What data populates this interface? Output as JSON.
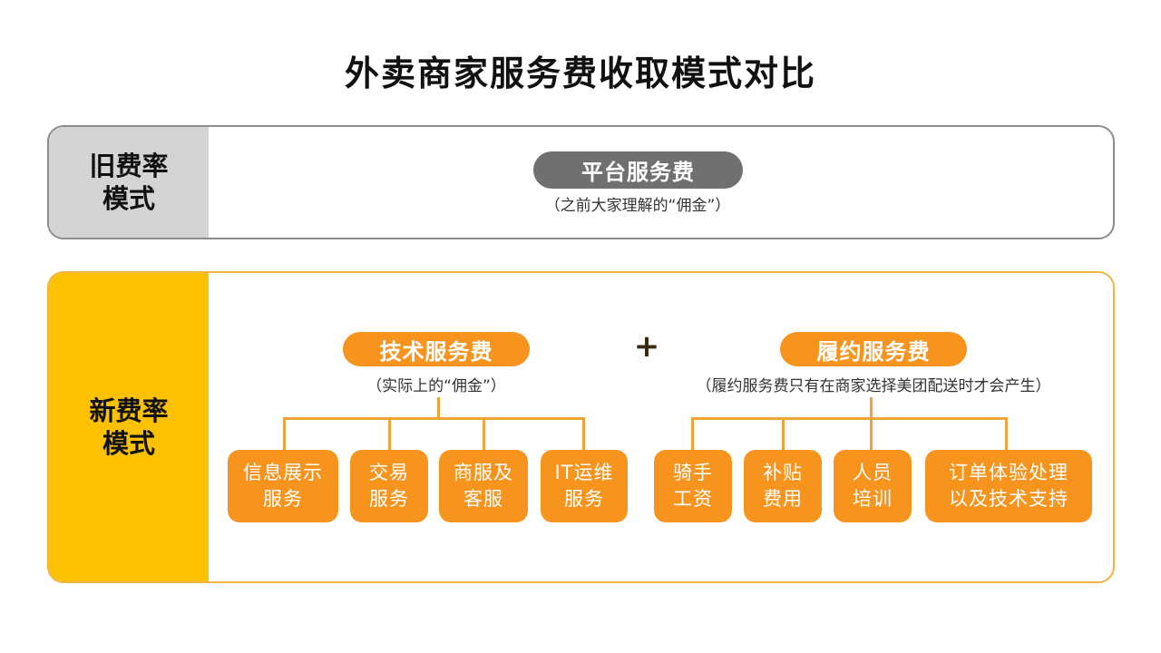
{
  "title": "外卖商家服务费收取模式对比",
  "old_model": {
    "label_line1": "旧费率",
    "label_line2": "模式",
    "fee": {
      "label": "平台服务费",
      "note": "（之前大家理解的“佣金”）",
      "color": "#707070"
    }
  },
  "new_model": {
    "label_line1": "新费率",
    "label_line2": "模式",
    "operator": "+",
    "tech_fee": {
      "label": "技术服务费",
      "note": "（实际上的“佣金”）",
      "items": [
        {
          "line1": "信息展示",
          "line2": "服务"
        },
        {
          "line1": "交易",
          "line2": "服务"
        },
        {
          "line1": "商服及",
          "line2": "客服"
        },
        {
          "line1": "IT运维",
          "line2": "服务"
        }
      ]
    },
    "fulfillment_fee": {
      "label": "履约服务费",
      "note": "（履约服务费只有在商家选择美团配送时才会产生）",
      "items": [
        {
          "line1": "骑手",
          "line2": "工资"
        },
        {
          "line1": "补贴",
          "line2": "费用"
        },
        {
          "line1": "人员",
          "line2": "培训"
        },
        {
          "line1": "订单体验处理",
          "line2": "以及技术支持"
        }
      ]
    }
  },
  "colors": {
    "accent_orange": "#f7941d",
    "accent_yellow": "#fcc100",
    "gray_panel": "#d4d4d4",
    "gray_pill": "#707070",
    "connector": "#f0a437"
  }
}
